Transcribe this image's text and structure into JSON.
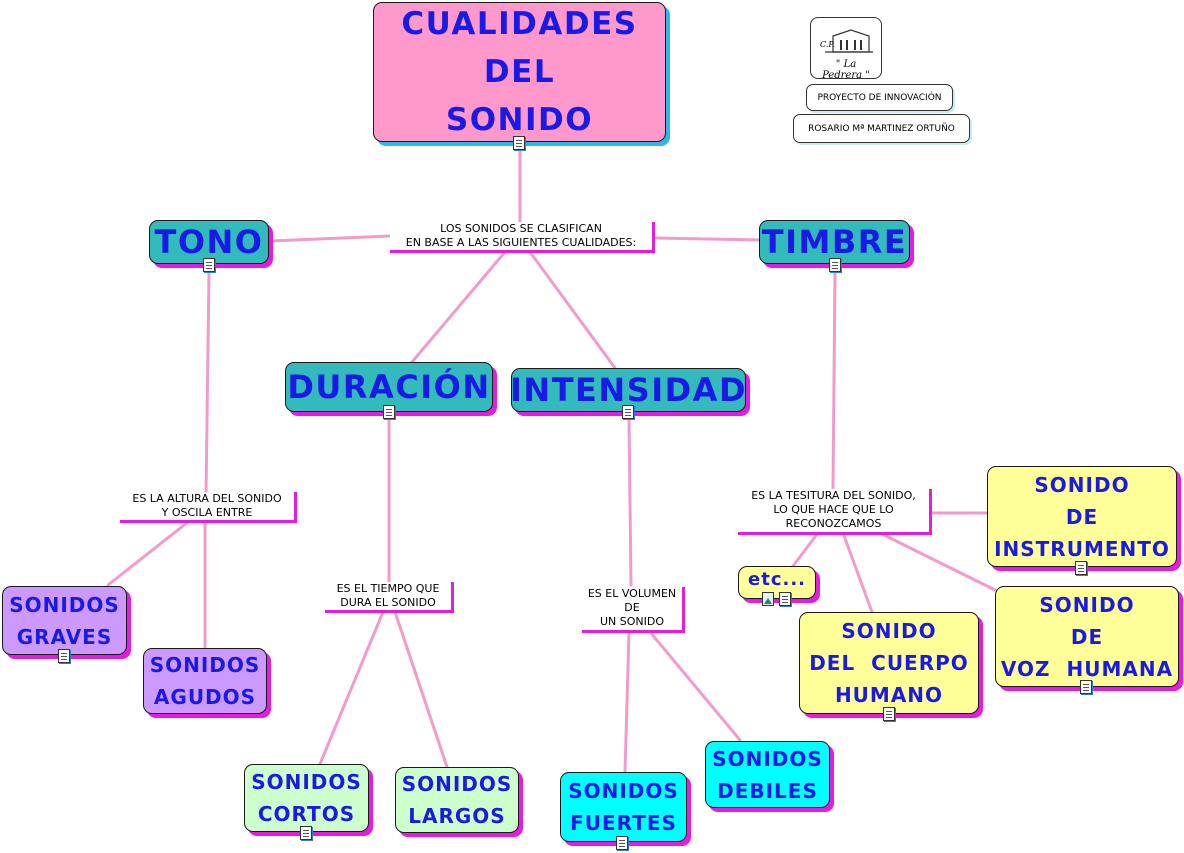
{
  "title": {
    "line1": "CUALIDADES",
    "line2": "DEL",
    "line3": "SONIDO"
  },
  "header": {
    "logo_cp": "C.P.",
    "logo_name": "\" La Pedrera \"",
    "project": "PROYECTO DE INNOVACIÓN",
    "author": "ROSARIO Mª MARTINEZ ORTUÑO"
  },
  "center_label": {
    "line1": "LOS SONIDOS SE CLASIFICAN",
    "line2": "EN BASE A LAS SIGUIENTES CUALIDADES:"
  },
  "tono": {
    "title": "TONO",
    "label_line1": "ES LA ALTURA DEL SONIDO",
    "label_line2": "Y OSCILA ENTRE",
    "graves_line1": "SONIDOS",
    "graves_line2": "GRAVES",
    "agudos_line1": "SONIDOS",
    "agudos_line2": "AGUDOS"
  },
  "duracion": {
    "title": "DURACIÓN",
    "label_line1": "ES EL TIEMPO QUE",
    "label_line2": "DURA EL SONIDO",
    "cortos_line1": "SONIDOS",
    "cortos_line2": "CORTOS",
    "largos_line1": "SONIDOS",
    "largos_line2": "LARGOS"
  },
  "intensidad": {
    "title": "INTENSIDAD",
    "label_line1": "ES EL VOLUMEN",
    "label_line2": "DE",
    "label_line3": "UN SONIDO",
    "fuertes_line1": "SONIDOS",
    "fuertes_line2": "FUERTES",
    "debiles_line1": "SONIDOS",
    "debiles_line2": "DEBILES"
  },
  "timbre": {
    "title": "TIMBRE",
    "label_line1": "ES LA TESITURA DEL SONIDO,",
    "label_line2": "LO QUE HACE QUE LO",
    "label_line3": "RECONOZCAMOS",
    "etc": "etc...",
    "instrumento_line1": "SONIDO",
    "instrumento_line2": "DE",
    "instrumento_line3": "INSTRUMENTO",
    "cuerpo_line1": "SONIDO",
    "cuerpo_line2": "DEL  CUERPO",
    "cuerpo_line3": "HUMANO",
    "voz_line1": "SONIDO",
    "voz_line2": "DE",
    "voz_line3": "VOZ  HUMANA"
  },
  "colors": {
    "title_bg": "#ff99cc",
    "main_node_bg": "#33bbbb",
    "tono_children_bg": "#cc99ff",
    "duracion_children_bg": "#ccffcc",
    "intensidad_children_bg": "#00ffff",
    "timbre_children_bg": "#ffff99",
    "link_color": "#f29bc9",
    "text_color": "#1a1ae6"
  }
}
